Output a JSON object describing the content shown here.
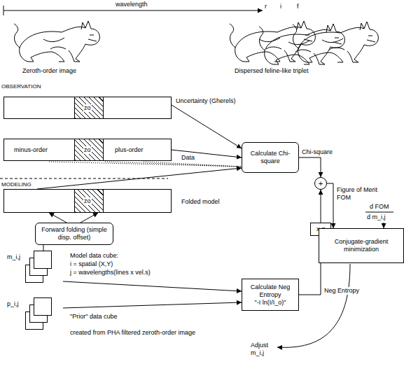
{
  "diagram": {
    "nodes": [
      {
        "text": [
          "zo"
        ]
      },
      {
        "text": [
          "minus-order",
          "zo",
          "plus-order"
        ]
      },
      {
        "text": [
          "zo"
        ]
      },
      {
        "text": [
          "Calculate Chi-square"
        ]
      },
      {
        "text": [
          "+"
        ]
      },
      {
        "text": [
          "x α"
        ]
      },
      {
        "text": [
          "Conjugate-gradient minimization"
        ]
      },
      {
        "text": [
          "Forward folding (simple disp. offset)"
        ]
      },
      {
        "text": [
          "m_i,j"
        ]
      },
      {
        "text": [
          "Calculate Neg Entropy",
          "\"-I ln(I/I_o)\""
        ]
      },
      {
        "text": [
          "p_i,j"
        ]
      }
    ],
    "edges": [
      {
        "from": 0,
        "to": 3,
        "label": "Uncertainty (Gherels)",
        "arrow": "to"
      },
      {
        "from": 1,
        "to": 3,
        "label": "Data",
        "arrow": "to"
      },
      {
        "from": 2,
        "to": 3,
        "label": "Folded model",
        "arrow": "to"
      },
      {
        "from": 3,
        "to": 4,
        "label": "Chi-square",
        "arrow": "to"
      },
      {
        "from": 5,
        "to": 4,
        "arrow": "to"
      },
      {
        "from": 9,
        "to": 5,
        "label": "Neg Entropy",
        "arrow": "to"
      },
      {
        "from": 4,
        "to": 6,
        "arrow": "to"
      },
      {
        "from": 8,
        "to": 9,
        "arrow": "to"
      },
      {
        "from": 10,
        "to": 9,
        "arrow": "to"
      },
      {
        "from": 7,
        "to": 2,
        "arrow": "to"
      },
      {
        "from": 7,
        "to": 2,
        "arrow": "to"
      },
      {
        "from": 8,
        "to": 7,
        "arrow": "none"
      }
    ],
    "labels": [
      "wavelength",
      "r",
      "i",
      "f",
      "Zeroth-order image",
      "Dispersed feline-like triplet",
      "OBSERVATION",
      "MODELING",
      "Figure of Merit",
      "FOM",
      "d FOM",
      "d m_i,j",
      "Model data cube:",
      "i = spatial (X,Y)",
      "j = wavelengths(lines x vel.s)",
      "\"Prior\" data cube",
      "created from PHA filtered zeroth-order image",
      "Adjust m_i,j"
    ]
  }
}
